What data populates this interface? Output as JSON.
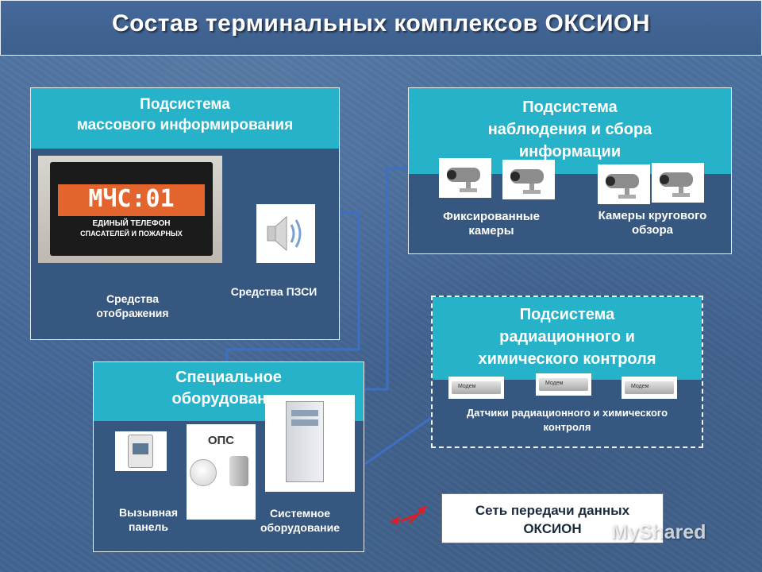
{
  "title": "Состав терминальных комплексов  ОКСИОН",
  "panels": {
    "mass_info": {
      "header_line1": "Подсистема",
      "header_line2": "массового информирования",
      "tv_title": "МЧС:01",
      "tv_line1": "ЕДИНЫЙ ТЕЛЕФОН",
      "tv_line2": "СПАСАТЕЛЕЙ И ПОЖАРНЫХ",
      "display_line1": "Средства",
      "display_line2": "отображения",
      "pzsi_label": "Средства ПЗСИ"
    },
    "observation": {
      "header_line1": "Подсистема",
      "header_line2": "наблюдения и сбора",
      "header_line3": "информации",
      "fixed_line1": "Фиксированные",
      "fixed_line2": "камеры",
      "circular_line1": "Камеры кругового",
      "circular_line2": "обзора"
    },
    "radiation": {
      "header_line1": "Подсистема",
      "header_line2": "радиационного и",
      "header_line3": "химического контроля",
      "sensors_line1": "Датчики радиационного и химического",
      "sensors_line2": "контроля",
      "sensor_brand": "Модем"
    },
    "special": {
      "header_line1": "Специальное",
      "header_line2": "оборудование",
      "ops_label": "ОПС",
      "call_line1": "Вызывная",
      "call_line2": "панель",
      "system_line1": "Системное",
      "system_line2": "оборудование"
    }
  },
  "network": {
    "line1": "Сеть передачи данных",
    "line2": "ОКСИОН"
  },
  "watermark": "MyShared",
  "colors": {
    "header": "#26b3c9",
    "panel": "#36577f",
    "background": "#4a6f99",
    "connector": "#3c6fc0",
    "lightning": "#d8202a"
  }
}
